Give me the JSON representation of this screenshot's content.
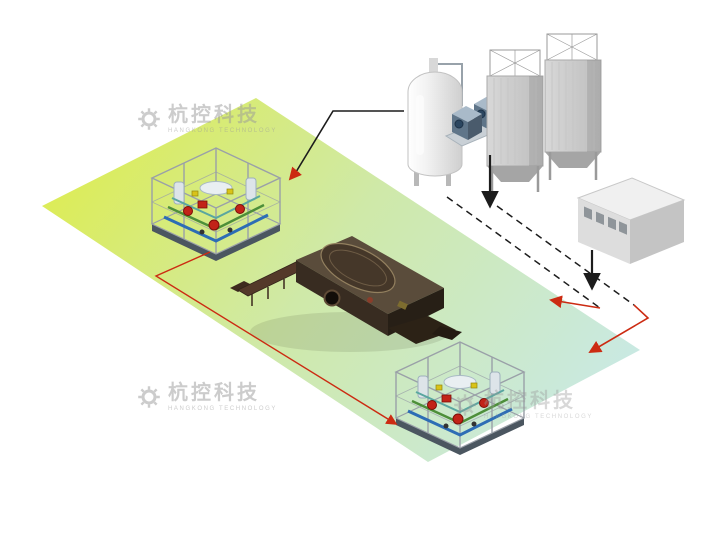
{
  "watermarks": [
    {
      "brand": "杭控科技",
      "subtitle": "HANGKONG TECHNOLOGY"
    },
    {
      "brand": "杭控科技",
      "subtitle": "HANGKONG TECHNOLOGY"
    },
    {
      "brand": "杭控科技",
      "subtitle": "HANGKONG TECHNOLOGY"
    }
  ],
  "icons": {
    "gear": "gear-icon"
  },
  "colors": {
    "platform_yellow": "#dcec5a",
    "platform_green": "#cfe9a8",
    "platform_teal": "#c9e9e3",
    "flow_black": "#1c1c1c",
    "flow_red": "#cc2b12",
    "skid_frame": "#9aa0a8",
    "pipe_blue": "#2d6db5",
    "pipe_green": "#4d8f3a",
    "pump_red": "#c22318",
    "valve_yellow": "#d9c318",
    "machine_dark": "#352a21",
    "tank_white": "#f4f4f4",
    "silo_gray": "#cccccc",
    "building_gray": "#dddddd",
    "watermark_gray": "#9a9a9a"
  }
}
